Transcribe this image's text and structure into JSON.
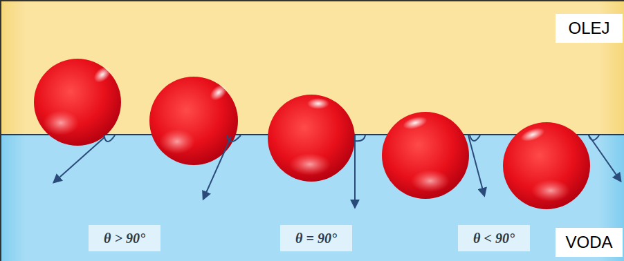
{
  "diagram": {
    "labels": [
      "OLEJ",
      "θ > 90°",
      "θ = 90°",
      "θ < 90°",
      "VODA"
    ]
  }
}
